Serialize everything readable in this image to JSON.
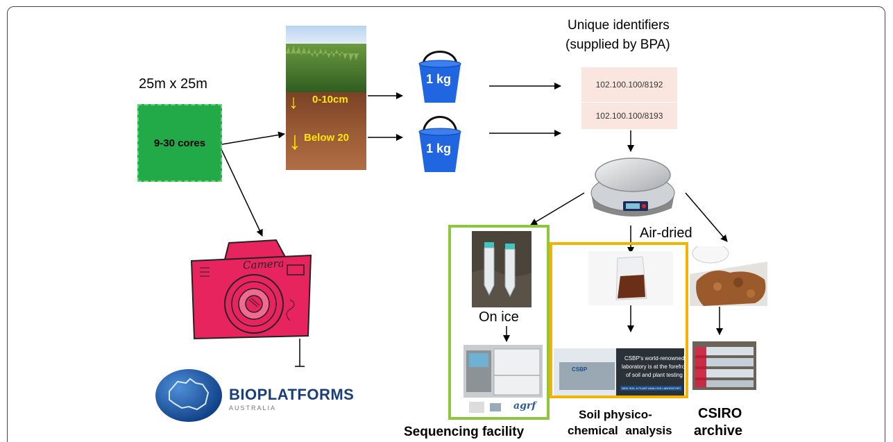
{
  "plot": {
    "size_label": "25m x 25m",
    "cores_label": "9-30 cores"
  },
  "soil": {
    "depth_top": "0-10cm",
    "depth_bottom": "Below 20"
  },
  "buckets": [
    {
      "weight": "1 kg"
    },
    {
      "weight": "1 kg"
    }
  ],
  "identifiers": {
    "heading_line1": "Unique identifiers",
    "heading_line2": "(supplied by BPA)",
    "codes": [
      "102.100.100/8192",
      "102.100.100/8193"
    ]
  },
  "camera": {
    "label": "Camera"
  },
  "logo": {
    "name": "BIOPLATFORMS",
    "sub": "AUSTRALIA"
  },
  "branches": {
    "air_dried": "Air-dried",
    "on_ice": "On ice",
    "sequencing": "Sequencing facility",
    "soil_line1": "Soil physico-",
    "soil_line2": "chemical analysis",
    "csiro_line1": "CSIRO",
    "csiro_line2": "archive"
  },
  "lab_banner": {
    "line1": "CSBP's world-renowned",
    "line2": "laboratory is at the forefront",
    "line3": "of soil and plant testing",
    "brand": "CSBP",
    "button": "NEW SOIL & PLANT ANALYSIS LABORATORY"
  },
  "seq_logos": {
    "agrf": "agrf"
  },
  "colors": {
    "plot_green": "#22a948",
    "soil_label_yellow": "#ffe600",
    "bucket_blue": "#1f66e0",
    "id_box": "#fbe6df",
    "seq_frame": "#8dc63f",
    "soil_frame": "#f2b400",
    "camera_red": "#e8245f",
    "logo_blue": "#1a5aa8"
  }
}
